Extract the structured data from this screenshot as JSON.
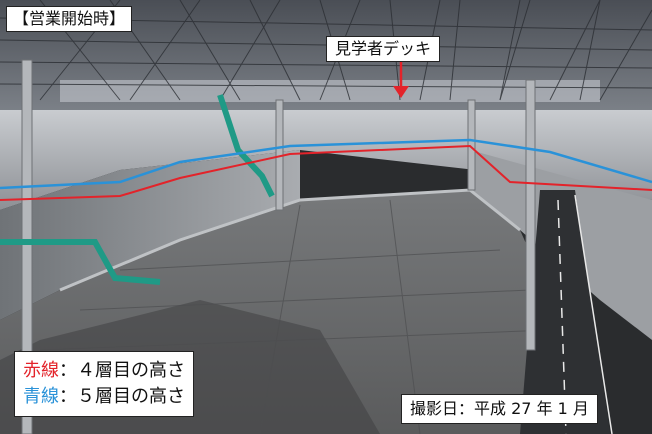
{
  "labels": {
    "title": "【営業開始時】",
    "deck": "見学者デッキ",
    "legend_red_name": "赤線",
    "legend_red_text": "：４層目の高さ",
    "legend_blue_name": "青線",
    "legend_blue_text": "：５層目の高さ",
    "photo_date": "撮影日：平成 27 年 1 月"
  },
  "colors": {
    "red_line": "#e3232a",
    "blue_line": "#2a92d8",
    "green_pipe": "#1f9a86",
    "arrow": "#e3232a"
  }
}
